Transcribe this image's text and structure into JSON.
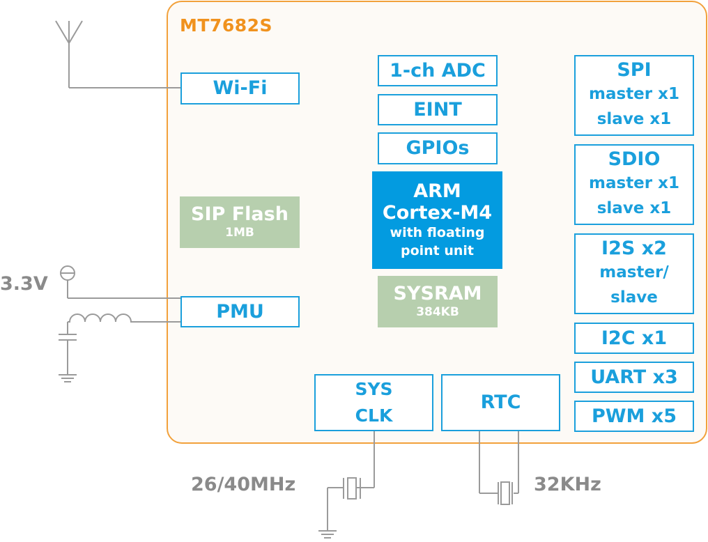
{
  "chip": {
    "title": "MT7682S"
  },
  "left": {
    "wifi": "Wi-Fi",
    "sip_flash": {
      "title": "SIP Flash",
      "size": "1MB"
    },
    "pmu": "PMU"
  },
  "center": {
    "adc": "1-ch ADC",
    "eint": "EINT",
    "gpios": "GPIOs",
    "arm": {
      "line1": "ARM",
      "line2": "Cortex-M4",
      "line3": "with floating",
      "line4": "point unit"
    },
    "sysram": {
      "title": "SYSRAM",
      "size": "384KB"
    }
  },
  "right": {
    "spi": {
      "title": "SPI",
      "line1": "master x1",
      "line2": "slave x1"
    },
    "sdio": {
      "title": "SDIO",
      "line1": "master x1",
      "line2": "slave x1"
    },
    "i2s": {
      "title": "I2S x2",
      "line1": "master/",
      "line2": "slave"
    },
    "i2c": "I2C x1",
    "uart": "UART x3",
    "pwm": "PWM x5"
  },
  "bottom": {
    "sysclk": {
      "line1": "SYS",
      "line2": "CLK"
    },
    "rtc": "RTC"
  },
  "external": {
    "voltage": "3.3V",
    "sys_freq": "26/40MHz",
    "rtc_freq": "32KHz"
  },
  "colors": {
    "chip_border": "#f2a13b",
    "title": "#f0921e",
    "peripheral": "#1a9fdc",
    "arm_fill": "#039be0",
    "memory_fill": "#b7cfae",
    "wire": "#9a9a9a"
  }
}
